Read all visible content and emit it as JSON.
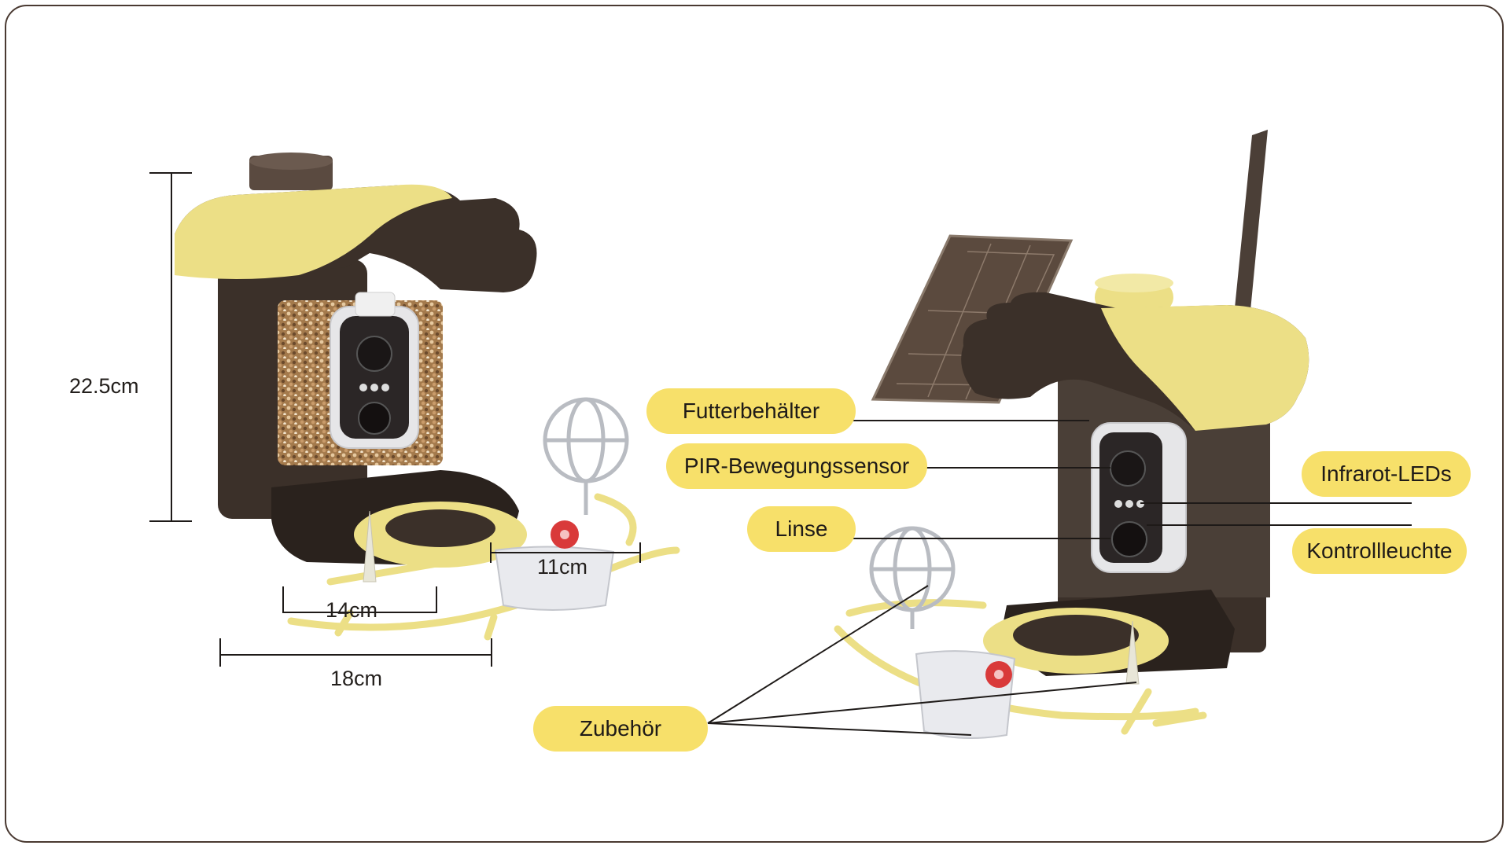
{
  "dimensions": {
    "height": "22.5cm",
    "tray": "11cm",
    "base": "14cm",
    "width": "18cm"
  },
  "labels": {
    "futterbehaelter": "Futterbehälter",
    "pir": "PIR-Bewegungssensor",
    "linse": "Linse",
    "zubehoer": "Zubehör",
    "infrarot": "Infrarot-LEDs",
    "kontroll": "Kontrollleuchte"
  },
  "colors": {
    "roof_yellow": "#ecdf86",
    "body_brown": "#3b3029",
    "label_yellow": "#f7e06a",
    "accent_red": "#d93a3a"
  }
}
